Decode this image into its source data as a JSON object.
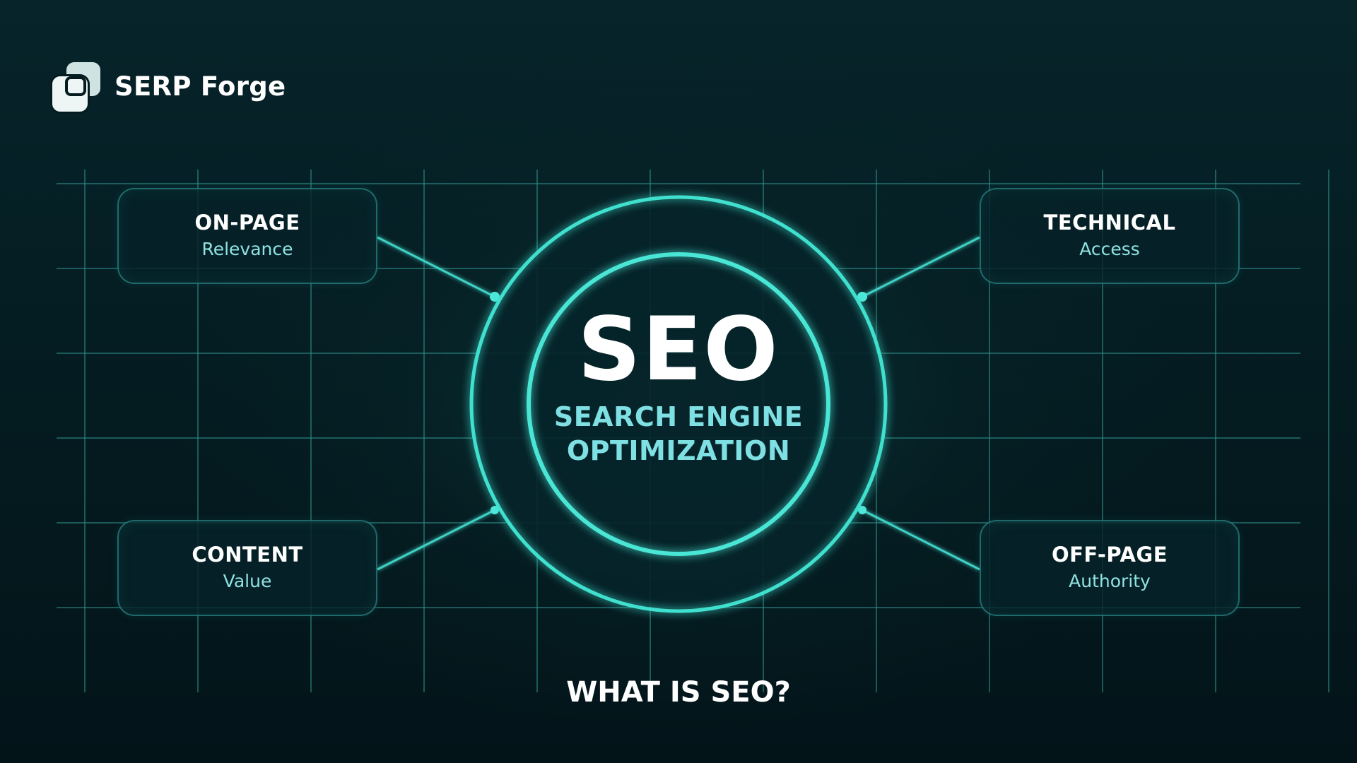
{
  "brand": {
    "name": "SERP Forge",
    "logo_icon": "overlapping-squares-logo"
  },
  "center": {
    "title": "SEO",
    "subtitle_line1": "SEARCH ENGINE",
    "subtitle_line2": "OPTIMIZATION"
  },
  "pillars": [
    {
      "title": "ON-PAGE",
      "subtitle": "Relevance"
    },
    {
      "title": "TECHNICAL",
      "subtitle": "Access"
    },
    {
      "title": "CONTENT",
      "subtitle": "Value"
    },
    {
      "title": "OFF-PAGE",
      "subtitle": "Authority"
    }
  ],
  "caption": "WHAT IS SEO?",
  "colors": {
    "background": "#041b20",
    "accent": "#3fd9cc",
    "grid": "#2f8f8c",
    "subtitle_text": "#7fe0e4",
    "text": "#ffffff"
  }
}
